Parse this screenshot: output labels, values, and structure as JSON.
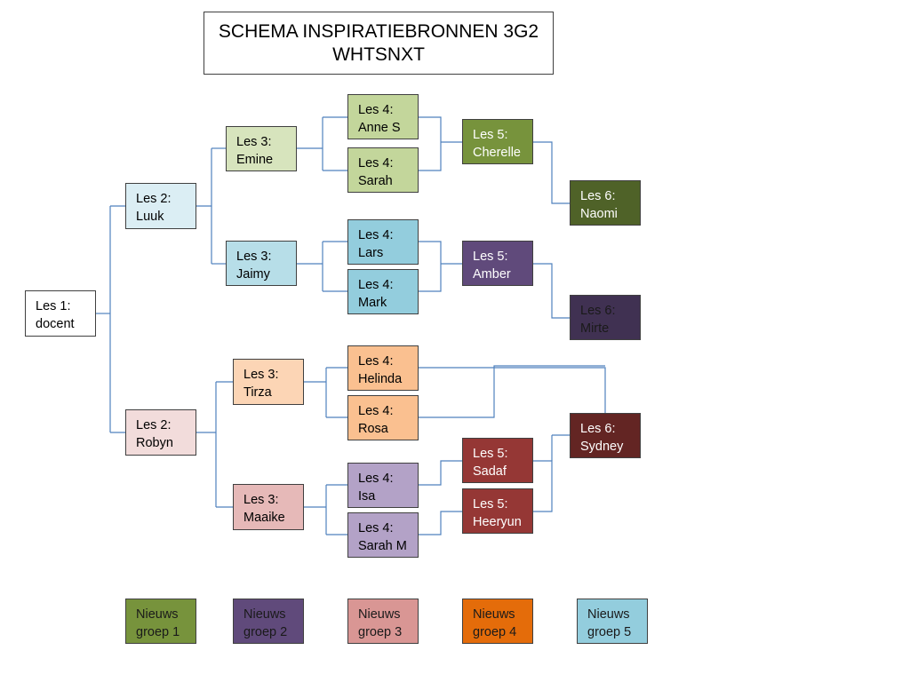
{
  "title": {
    "line1": "SCHEMA INSPIRATIEBRONNEN 3G2",
    "line2": "WHTSNXT"
  },
  "colors": {
    "line": "#4f81bd",
    "border": "#404040",
    "white": "#ffffff",
    "light_blue": "#dbeef4",
    "light_green": "#d7e4bd",
    "green": "#c3d69b",
    "olive": "#77933c",
    "dark_olive": "#4f6228",
    "teal": "#93cddd",
    "teal_light": "#b7dee8",
    "purple": "#604a7b",
    "dark_purple": "#403152",
    "pink_light": "#f2dcdb",
    "peach_light": "#fcd5b5",
    "peach": "#fac090",
    "rose": "#e6b9b8",
    "lavender": "#b3a2c7",
    "red": "#953735",
    "dark_red": "#632523",
    "dusty_rose": "#d99694",
    "orange": "#e46c0a"
  },
  "nodes": {
    "les1_docent": {
      "line1": "Les 1:",
      "line2": "docent"
    },
    "les2_luuk": {
      "line1": "Les 2:",
      "line2": "Luuk"
    },
    "les2_robyn": {
      "line1": "Les 2:",
      "line2": "Robyn"
    },
    "les3_emine": {
      "line1": "Les 3:",
      "line2": "Emine"
    },
    "les3_jaimy": {
      "line1": "Les 3:",
      "line2": "Jaimy"
    },
    "les3_tirza": {
      "line1": "Les 3:",
      "line2": "Tirza"
    },
    "les3_maaike": {
      "line1": "Les 3:",
      "line2": "Maaike"
    },
    "les4_anne_s": {
      "line1": "Les 4:",
      "line2": "Anne S"
    },
    "les4_sarah": {
      "line1": "Les 4:",
      "line2": "Sarah"
    },
    "les4_lars": {
      "line1": "Les 4:",
      "line2": "Lars"
    },
    "les4_mark": {
      "line1": "Les 4:",
      "line2": "Mark"
    },
    "les4_helinda": {
      "line1": "Les 4:",
      "line2": "Helinda"
    },
    "les4_rosa": {
      "line1": "Les 4:",
      "line2": "Rosa"
    },
    "les4_isa": {
      "line1": "Les 4:",
      "line2": "Isa"
    },
    "les4_sarah_m": {
      "line1": "Les 4:",
      "line2": "Sarah M"
    },
    "les5_cherelle": {
      "line1": "Les 5:",
      "line2": "Cherelle"
    },
    "les5_amber": {
      "line1": "Les 5:",
      "line2": "Amber"
    },
    "les5_sadaf": {
      "line1": "Les 5:",
      "line2": "Sadaf"
    },
    "les5_heeryun": {
      "line1": "Les 5:",
      "line2": "Heeryun"
    },
    "les6_naomi": {
      "line1": "Les 6:",
      "line2": "Naomi"
    },
    "les6_mirte": {
      "line1": "Les 6:",
      "line2": "Mirte"
    },
    "les6_sydney": {
      "line1": "Les 6:",
      "line2": "Sydney"
    }
  },
  "legend": [
    {
      "line1": "Nieuws",
      "line2": "groep 1"
    },
    {
      "line1": "Nieuws",
      "line2": "groep 2"
    },
    {
      "line1": "Nieuws",
      "line2": "groep 3"
    },
    {
      "line1": "Nieuws",
      "line2": "groep 4"
    },
    {
      "line1": "Nieuws",
      "line2": "groep 5"
    }
  ]
}
